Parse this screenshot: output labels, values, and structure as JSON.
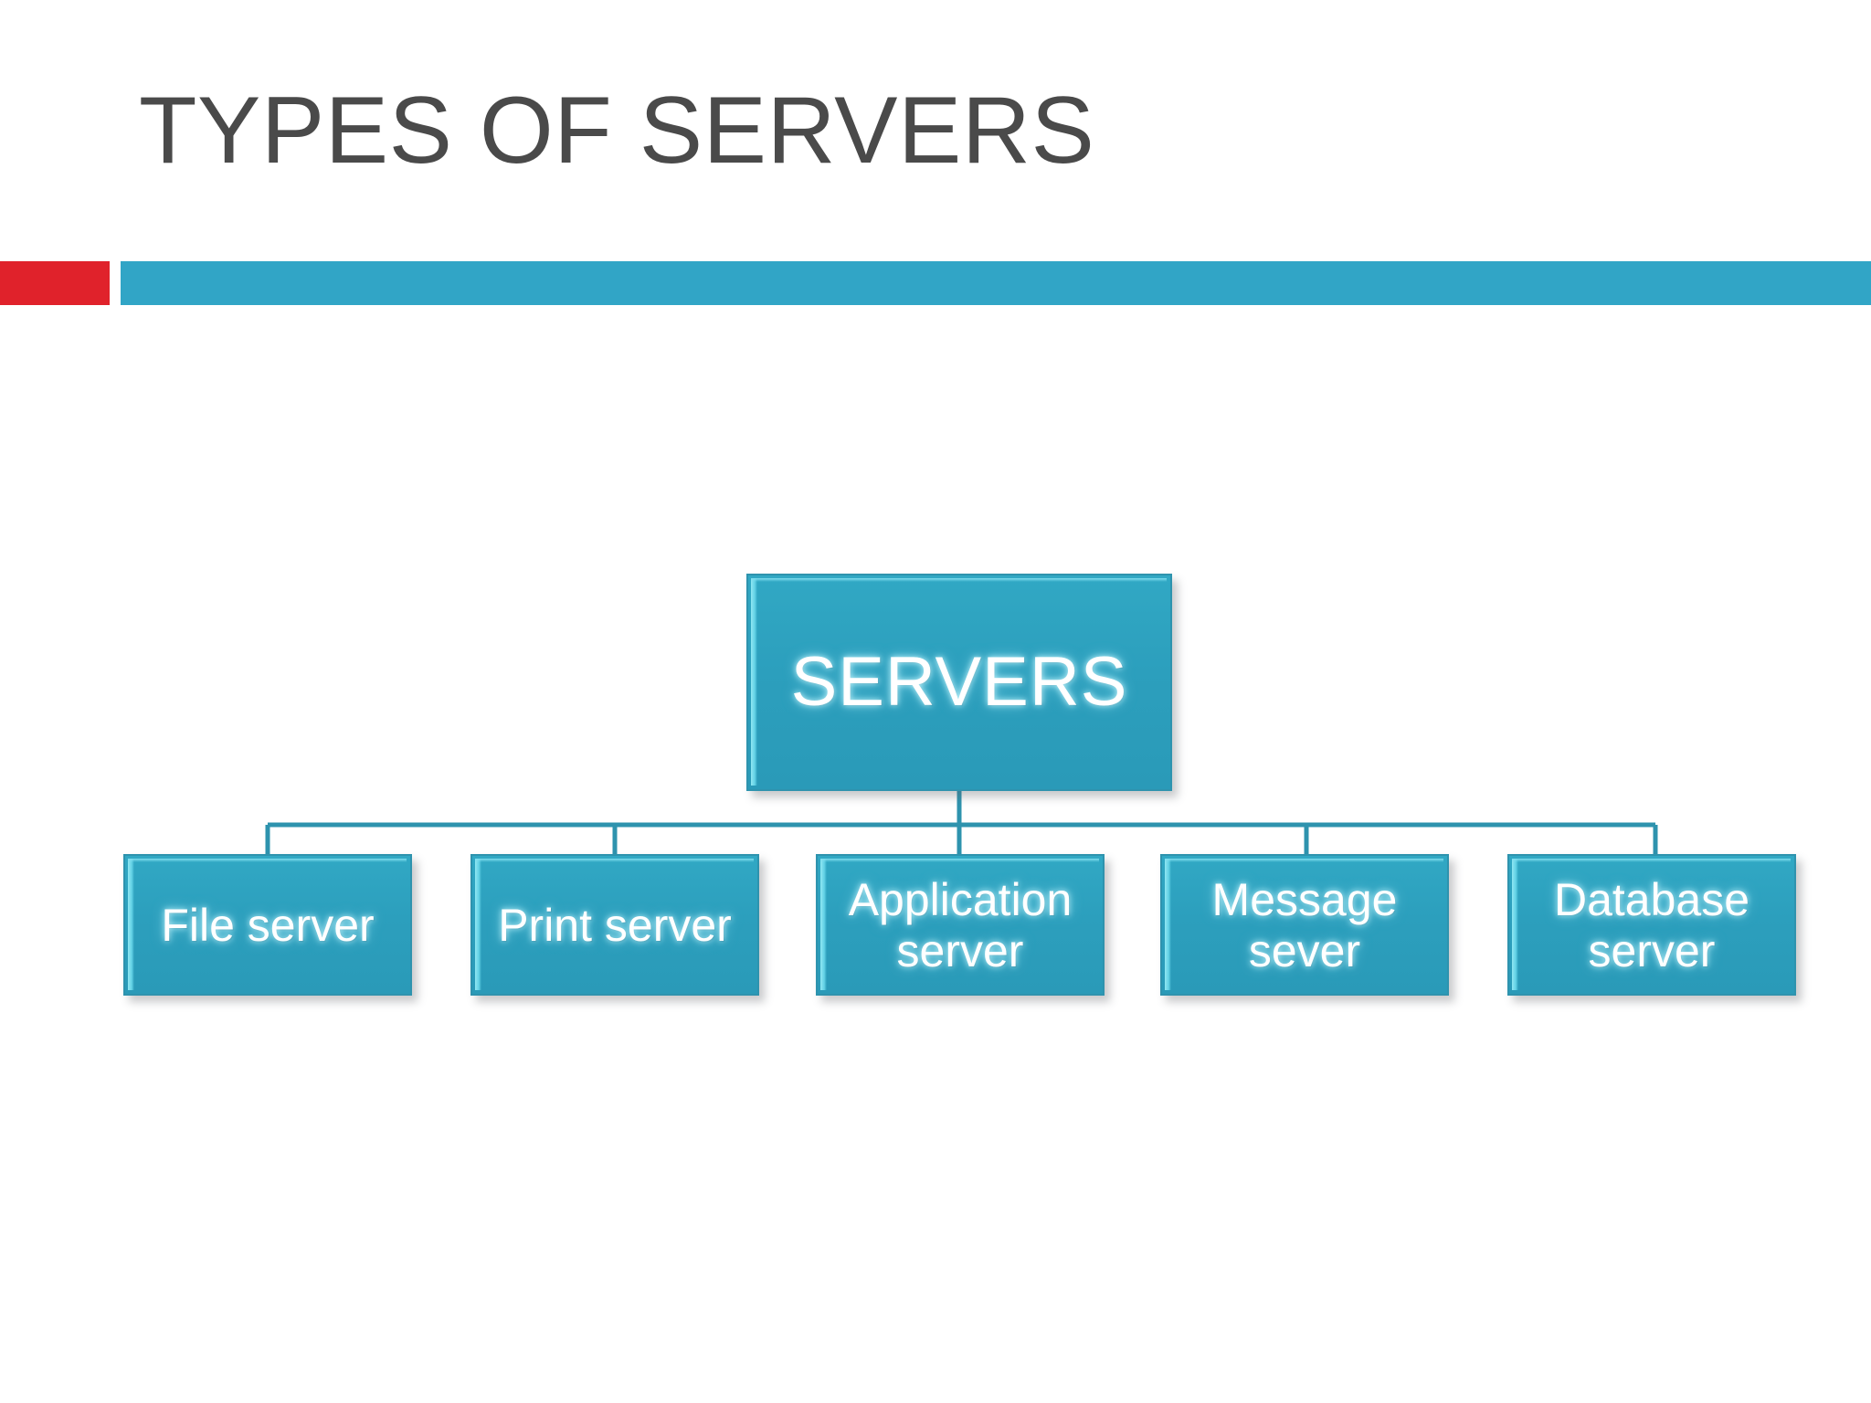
{
  "slide": {
    "title": "TYPES OF SERVERS",
    "background_color": "#FFFFFF",
    "title_color": "#4A4A4A"
  },
  "accent_bar": {
    "red_color": "#E0222B",
    "teal_color": "#31A5C6"
  },
  "diagram": {
    "type": "org-chart",
    "node_fill_color": "#2C9FBD",
    "node_border_color": "#2E93AE",
    "node_text_color": "#FFFFFF",
    "connector_color": "#2E93AE",
    "root": {
      "label": "SERVERS"
    },
    "children": [
      {
        "label": "File server"
      },
      {
        "label": "Print server"
      },
      {
        "label": "Application\nserver"
      },
      {
        "label": "Message\nsever"
      },
      {
        "label": "Database\nserver"
      }
    ]
  }
}
